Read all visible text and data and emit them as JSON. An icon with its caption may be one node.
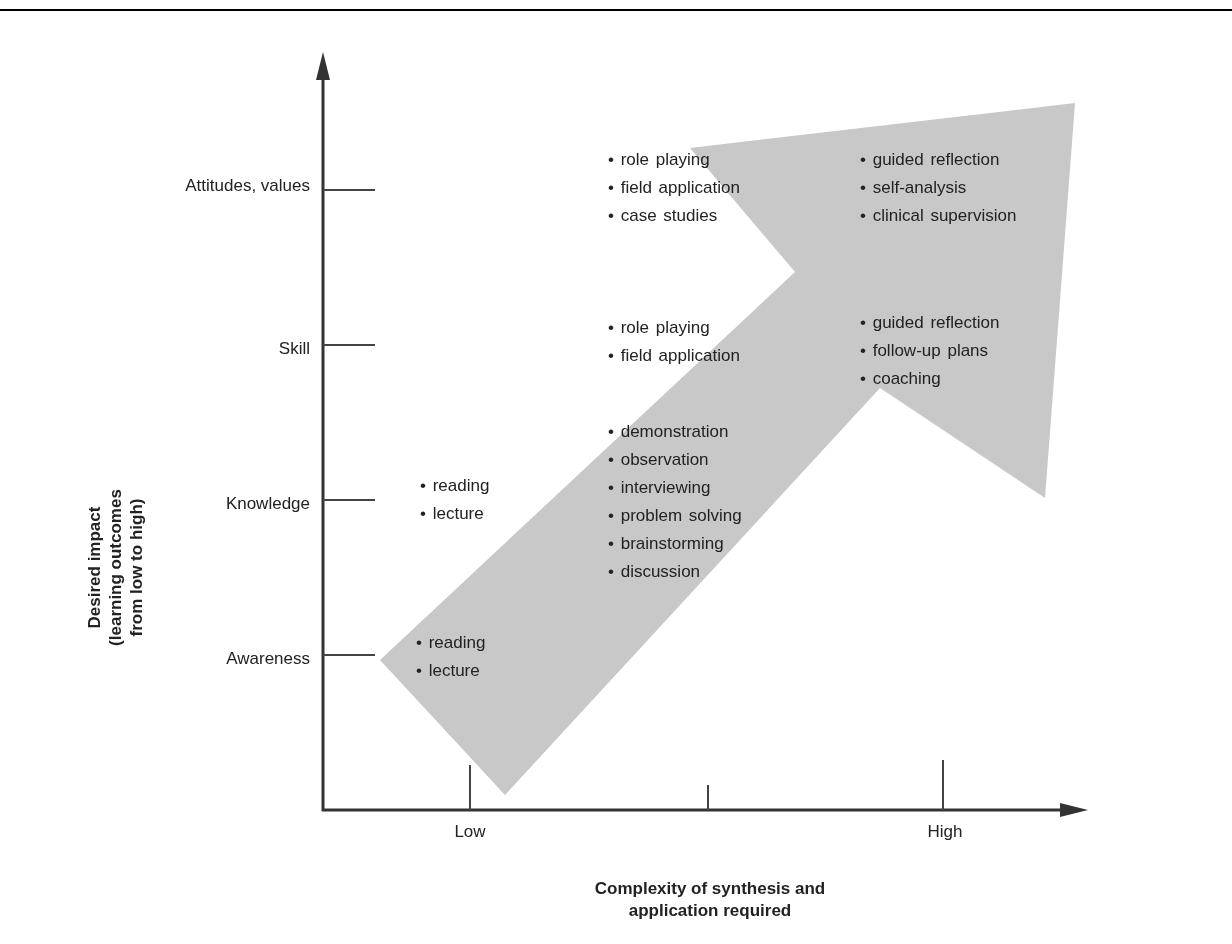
{
  "diagram": {
    "labels": [
      "Desired impact (learning outcomes from low to high)",
      "Attitudes, values",
      "• role playing",
      "• field application",
      "• case studies",
      "• guided reflection",
      "• self-analysis",
      "• clinical supervision",
      "Skill",
      "• role playing",
      "• field application",
      "• guided reflection",
      "• follow-up plans",
      "• coaching",
      "Knowledge",
      "• reading",
      "• lecture",
      "• demonstration",
      "• observation",
      "• interviewing",
      "• problem solving",
      "• brainstorming",
      "• discussion",
      "Awareness",
      "• reading",
      "• lecture",
      "Low",
      "High",
      "Complexity of synthesis and application required"
    ]
  }
}
